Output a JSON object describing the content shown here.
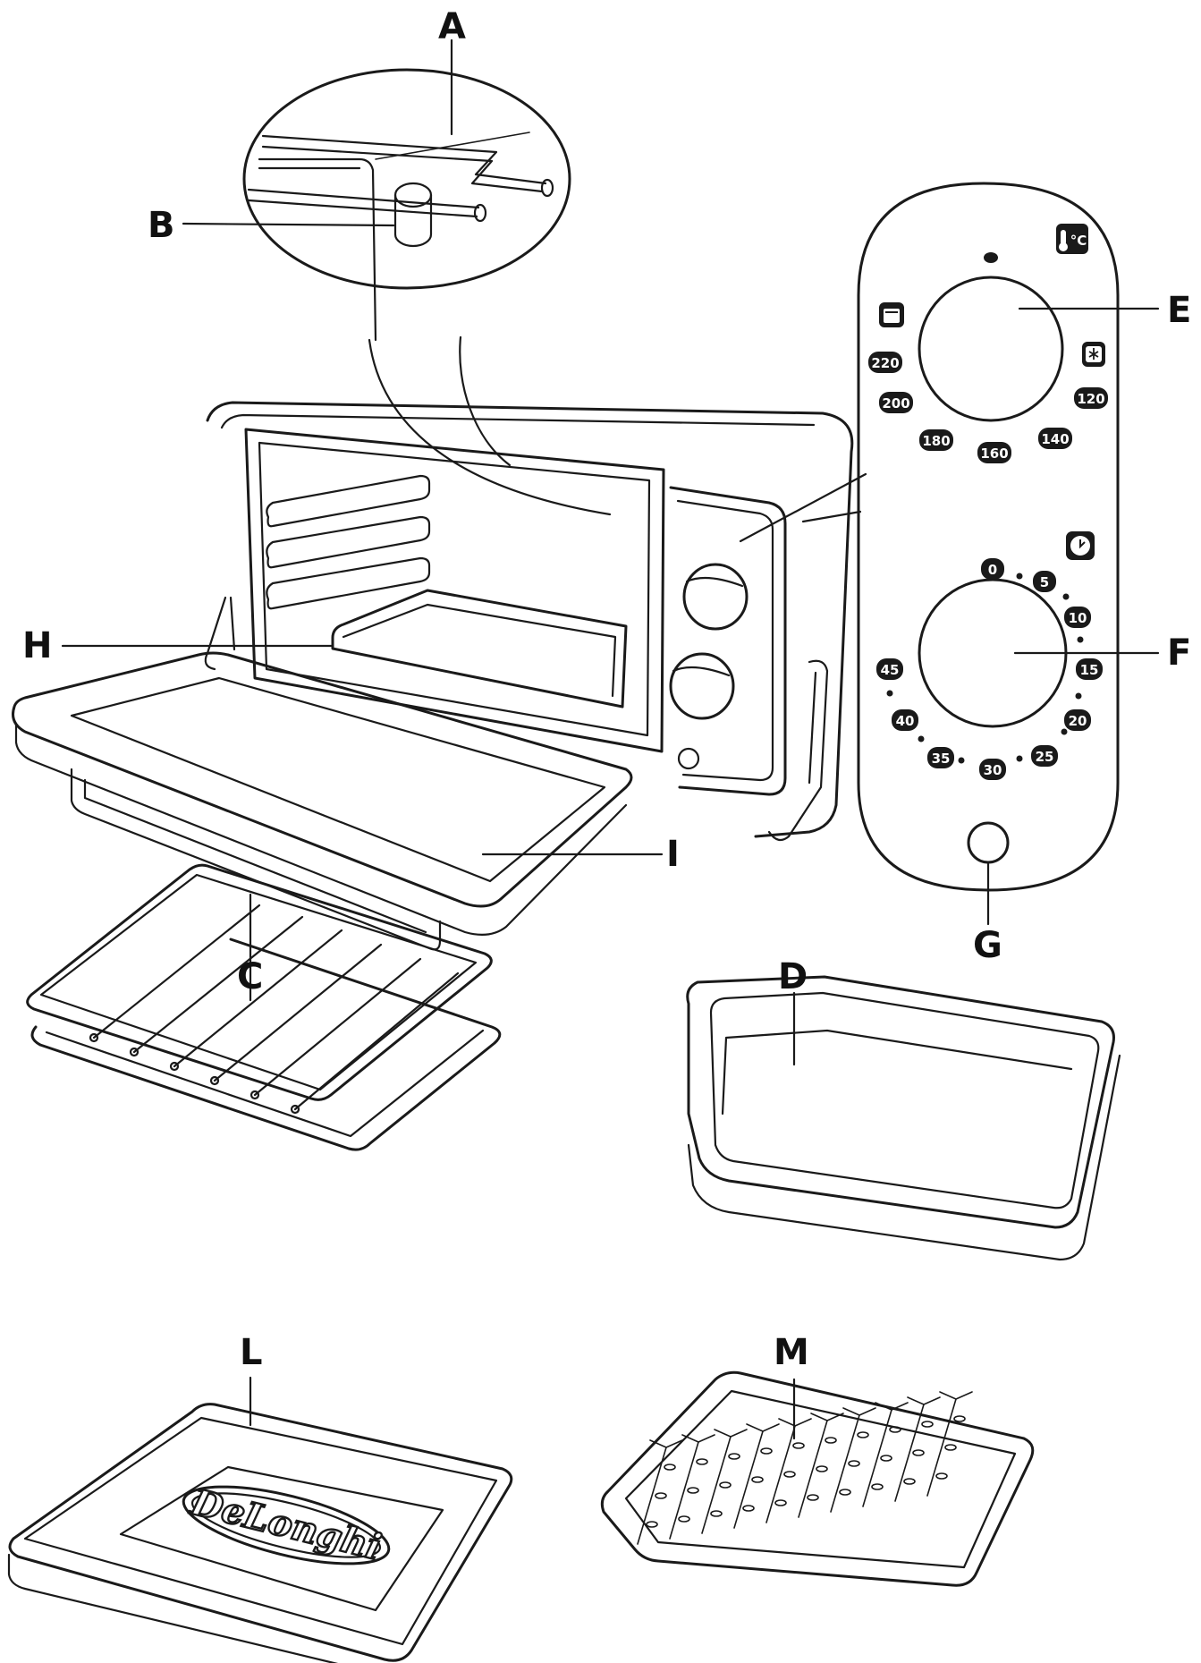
{
  "labels": {
    "A": "A",
    "B": "B",
    "C": "C",
    "D": "D",
    "E": "E",
    "F": "F",
    "G": "G",
    "H": "H",
    "I": "I",
    "L": "L",
    "M": "M"
  },
  "temperature_scale": [
    "220",
    "200",
    "180",
    "160",
    "140",
    "120"
  ],
  "timer_scale": [
    "0",
    "5",
    "10",
    "15",
    "20",
    "25",
    "30",
    "35",
    "40",
    "45"
  ],
  "temp_unit_icon": "°C",
  "icons": {
    "thermostat": "thermometer-celsius-icon",
    "timer": "clock-icon",
    "oven_mode": "oven-icon",
    "defrost": "defrost-icon"
  },
  "brand_logo": "DeLonghi"
}
